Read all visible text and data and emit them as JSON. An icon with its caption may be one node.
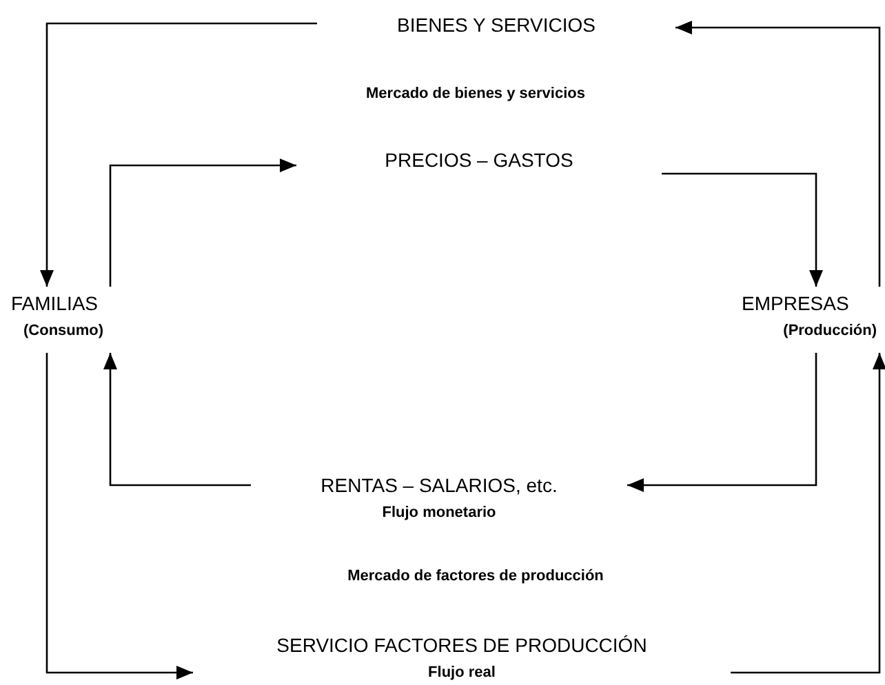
{
  "diagram": {
    "nodes": [
      {
        "text": [
          "FAMILIAS",
          "(Consumo)"
        ]
      },
      {
        "text": [
          "EMPRESAS",
          "(Producción)"
        ]
      },
      {
        "text": [
          "BIENES Y SERVICIOS"
        ]
      },
      {
        "text": [
          "PRECIOS – GASTOS"
        ]
      },
      {
        "text": [
          "RENTAS – SALARIOS, etc."
        ],
        "beside": [
          "Flujo monetario"
        ]
      },
      {
        "text": [
          "SERVICIO FACTORES DE PRODUCCIÓN"
        ],
        "beside": [
          "Flujo real"
        ]
      }
    ],
    "edges": [
      {
        "from": 2,
        "to": 0,
        "arrow": "to"
      },
      {
        "from": 1,
        "to": 2,
        "arrow": "to"
      },
      {
        "from": 0,
        "to": 3,
        "arrow": "to"
      },
      {
        "from": 3,
        "to": 1,
        "arrow": "to"
      },
      {
        "from": 1,
        "to": 4,
        "arrow": "to"
      },
      {
        "from": 4,
        "to": 0,
        "arrow": "to"
      },
      {
        "from": 0,
        "to": 5,
        "arrow": "to"
      },
      {
        "from": 5,
        "to": 1,
        "arrow": "to"
      }
    ],
    "labels": [
      "Mercado de bienes y servicios",
      "Mercado de factores de producción"
    ]
  }
}
